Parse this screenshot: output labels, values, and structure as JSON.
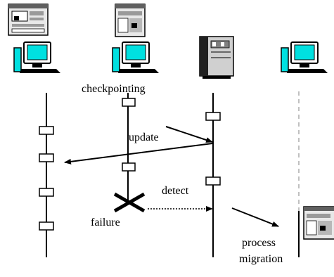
{
  "labels": {
    "checkpointing": "checkpointing",
    "update": "update",
    "detect": "detect",
    "failure": "failure",
    "process": "process",
    "migration": "migration"
  },
  "icons": {
    "machine_1": "desktop-computer-icon",
    "machine_2": "desktop-computer-icon",
    "machine_3": "server-icon",
    "machine_4": "desktop-computer-icon",
    "process_window_1": "application-window-icon",
    "process_window_2": "application-window-icon",
    "migrated_process_window": "application-window-icon",
    "failure_marker": "failure-cross-icon"
  },
  "colors": {
    "line": "#000000",
    "screen": "#00e0e0",
    "standby_line": "#c0c0c0",
    "window_gray": "#b0b0b0",
    "server_gray": "#808080"
  }
}
